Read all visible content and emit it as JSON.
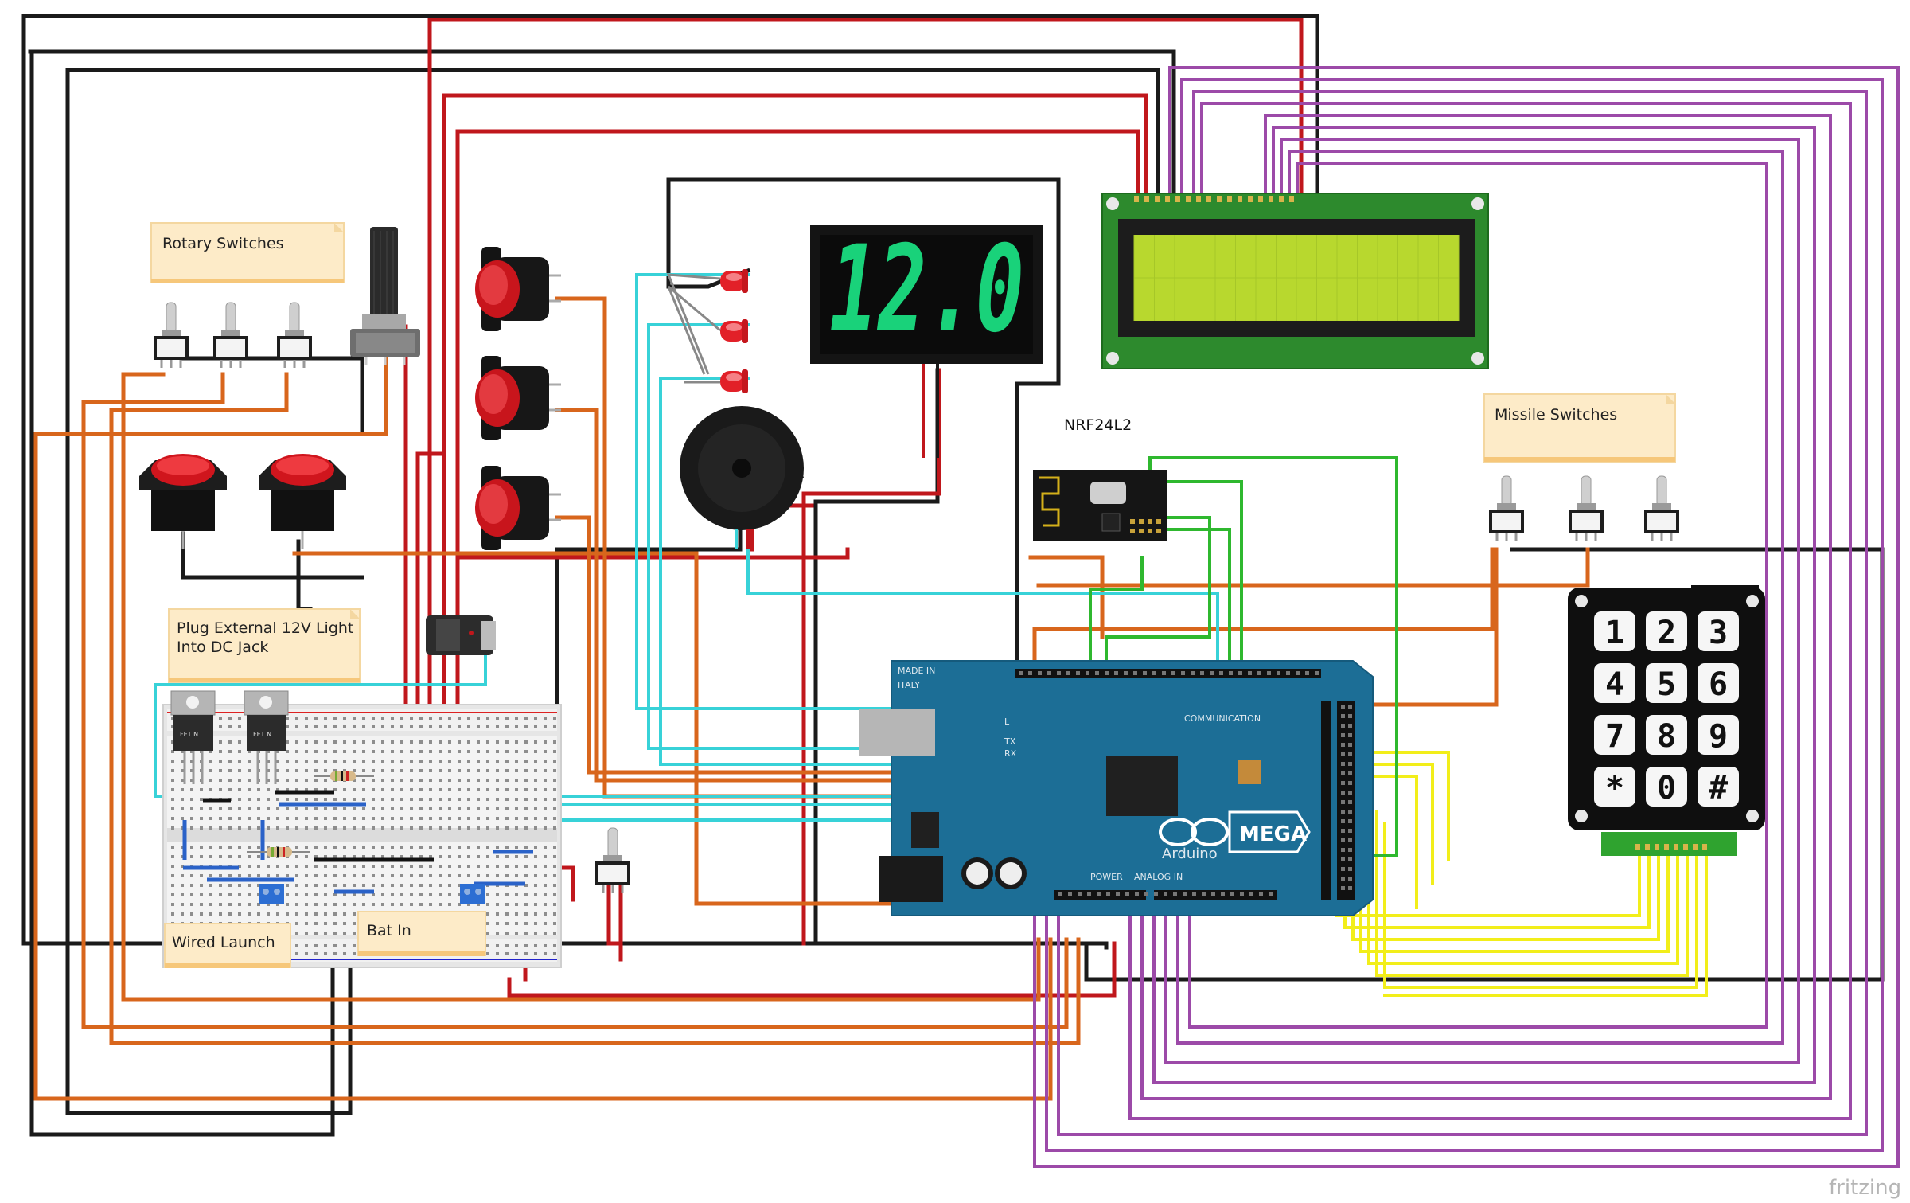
{
  "diagram": {
    "notes": {
      "rotary_switches": "Rotary Switches",
      "plug_external": [
        "Plug External 12V Light",
        "Into DC Jack"
      ],
      "wired_launch": "Wired Launch",
      "bat_in": "Bat In",
      "missile_switches": "Missile Switches"
    },
    "labels": {
      "nrf": "NRF24L2",
      "display_value": "12.0",
      "arduino_brand": "Arduino",
      "arduino_model": "MEGA",
      "made_in": [
        "MADE IN",
        "ITALY"
      ],
      "communication": "COMMUNICATION",
      "power": "POWER",
      "analog_in": "ANALOG IN",
      "mosfet": "FET N",
      "tx": "TX",
      "rx": "RX",
      "l": "L"
    },
    "keypad_keys": [
      "1",
      "2",
      "3",
      "4",
      "5",
      "6",
      "7",
      "8",
      "9",
      "*",
      "0",
      "#"
    ],
    "brand": "fritzing",
    "colors": {
      "wire_black": "#1a1a1a",
      "wire_red": "#c0171c",
      "wire_orange": "#d8661c",
      "wire_cyan": "#38d2d8",
      "wire_purple": "#9c4aa8",
      "wire_yellow": "#f2ee1a",
      "wire_green": "#2fb82f",
      "arduino_blue": "#1c6e96",
      "lcd_green": "#2d8a2d",
      "note_yellow": "#fdebc8",
      "segment_green": "#19d27a"
    }
  }
}
